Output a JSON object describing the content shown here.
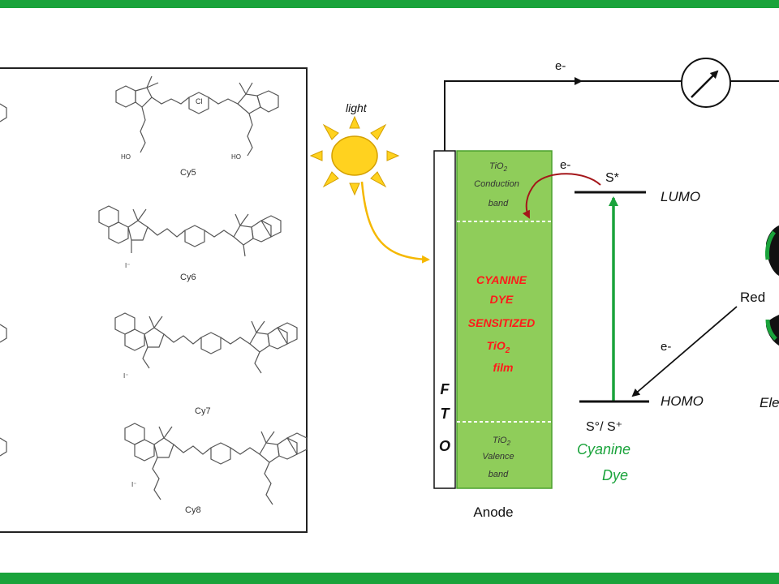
{
  "colors": {
    "frame_green": "#1aa33b",
    "film_green": "#8fcd5a",
    "film_border": "#4aa02c",
    "dye_red": "#ff1a1a",
    "dye_green": "#1aa33b",
    "sun_yellow": "#ffd21f",
    "arrow_orange": "#f5b800",
    "inject_arrow": "#a4161a",
    "transition_arrow": "#1aa33b"
  },
  "molecules": [
    "Cy5",
    "Cy6",
    "Cy7",
    "Cy8"
  ],
  "light_label": "light",
  "electrode": {
    "fto_letters": [
      "F",
      "T",
      "O"
    ],
    "conduction_band": [
      "TiO",
      "2",
      "Conduction",
      "band"
    ],
    "film_text": [
      "CYANINE",
      "DYE",
      "SENSITIZED",
      "TiO",
      "2",
      "film"
    ],
    "valence_band": [
      "TiO",
      "2",
      "Valence",
      "band"
    ],
    "anode_label": "Anode"
  },
  "circuit": {
    "electron_top": "e-",
    "electron_injection": "e-",
    "electron_redox": "e-"
  },
  "energy_levels": {
    "excited_state": "S*",
    "lumo": "LUMO",
    "homo": "HOMO",
    "ground_state": "S°/ S⁺",
    "dye_label": [
      "Cyanine",
      "Dye"
    ]
  },
  "redox_label": "Red",
  "electrolyte_label": "Ele",
  "icons": [
    "sun-icon",
    "ammeter-icon",
    "cyclic-arrows-icon"
  ]
}
